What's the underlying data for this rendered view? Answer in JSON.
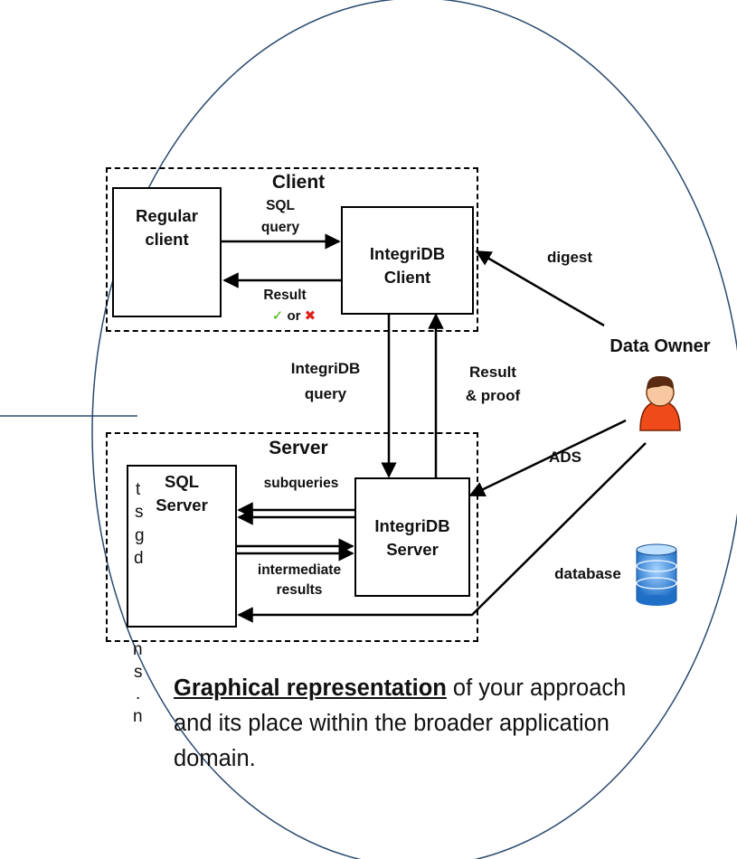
{
  "diagram": {
    "client_group": "Client",
    "server_group": "Server",
    "regular_client": [
      "Regular",
      "client"
    ],
    "integridb_client": [
      "IntegriDB",
      "Client"
    ],
    "integridb_server": [
      "IntegriDB",
      "Server"
    ],
    "sql_server": [
      "SQL",
      "Server"
    ],
    "data_owner": "Data Owner",
    "database": "database",
    "edges": {
      "sql_query": [
        "SQL",
        "query"
      ],
      "result": "Result",
      "result_or": "or",
      "digest": "digest",
      "integridb_query": [
        "IntegriDB",
        "query"
      ],
      "result_proof": [
        "Result",
        "& proof"
      ],
      "ads": "ADS",
      "subqueries": "subqueries",
      "intermediate": [
        "intermediate",
        "results"
      ]
    },
    "colors": {
      "check": "#3bb300",
      "cross": "#e0201b",
      "line": "#000000",
      "ellipse": "#2a4a6e"
    }
  },
  "caption": {
    "bold": "Graphical representation",
    "rest": " of your approach and its place within the broader application domain."
  },
  "left_fragments": [
    "t",
    "s",
    "g",
    "d",
    "n",
    "s",
    ".",
    "n"
  ]
}
